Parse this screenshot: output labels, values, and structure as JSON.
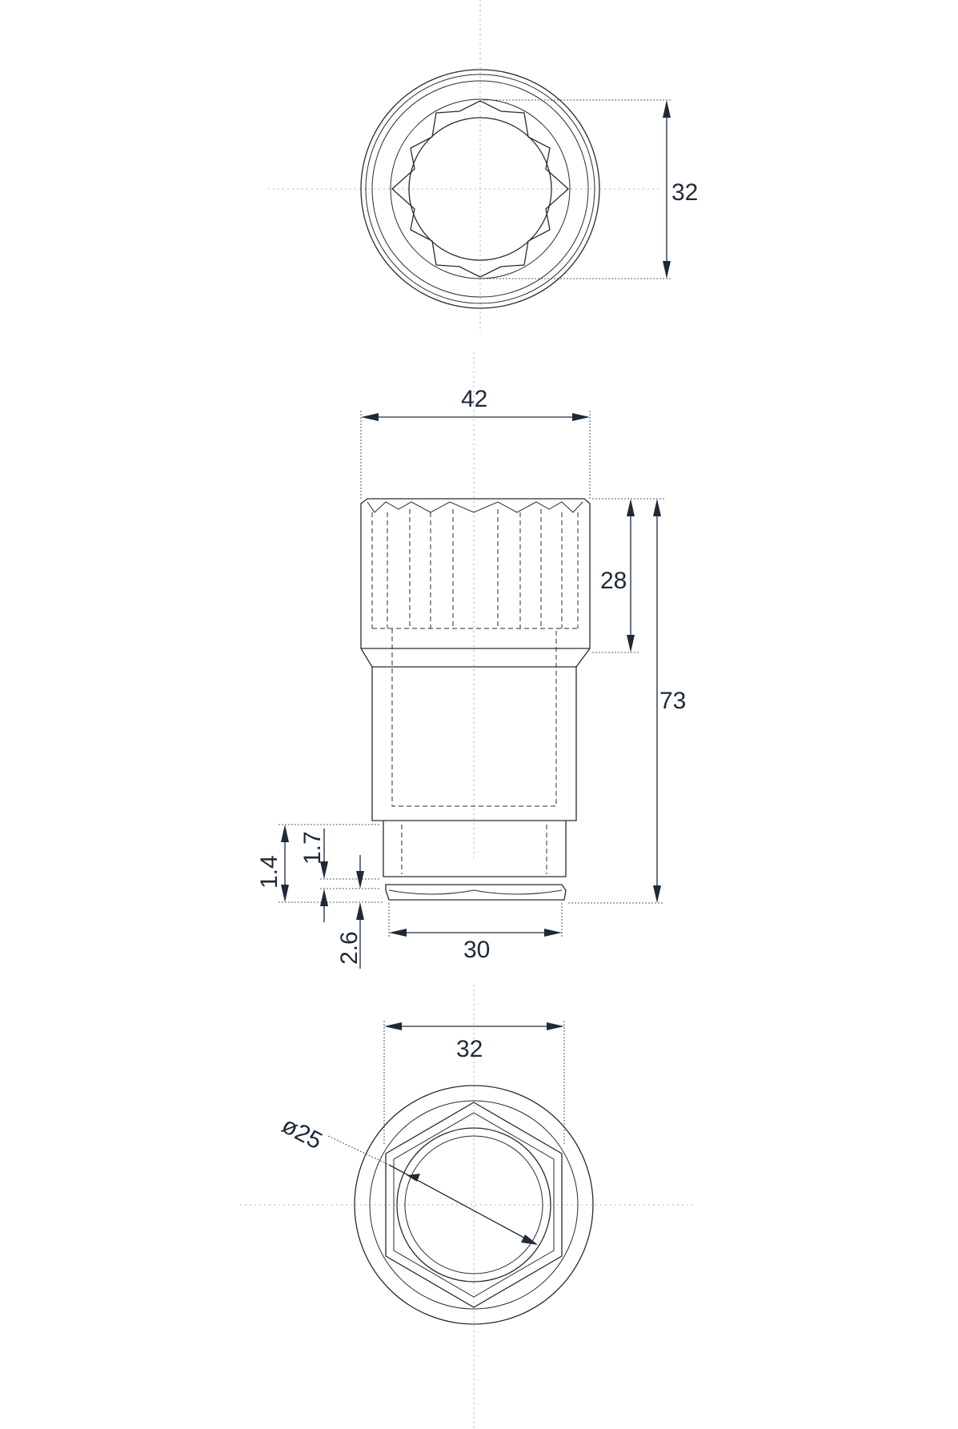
{
  "dimensions": {
    "top_view_height": "32",
    "front_width": "42",
    "front_socket_depth": "28",
    "front_total_length": "73",
    "front_groove_1": "1.7",
    "front_groove_2": "1.4",
    "front_flange": "2.6",
    "front_base_width": "30",
    "bottom_view_width": "32",
    "bottom_view_diameter": "ø25"
  },
  "colors": {
    "line": "#2b2b2b",
    "dimension": "#1e2a38",
    "centerline": "#9aa0a6"
  }
}
